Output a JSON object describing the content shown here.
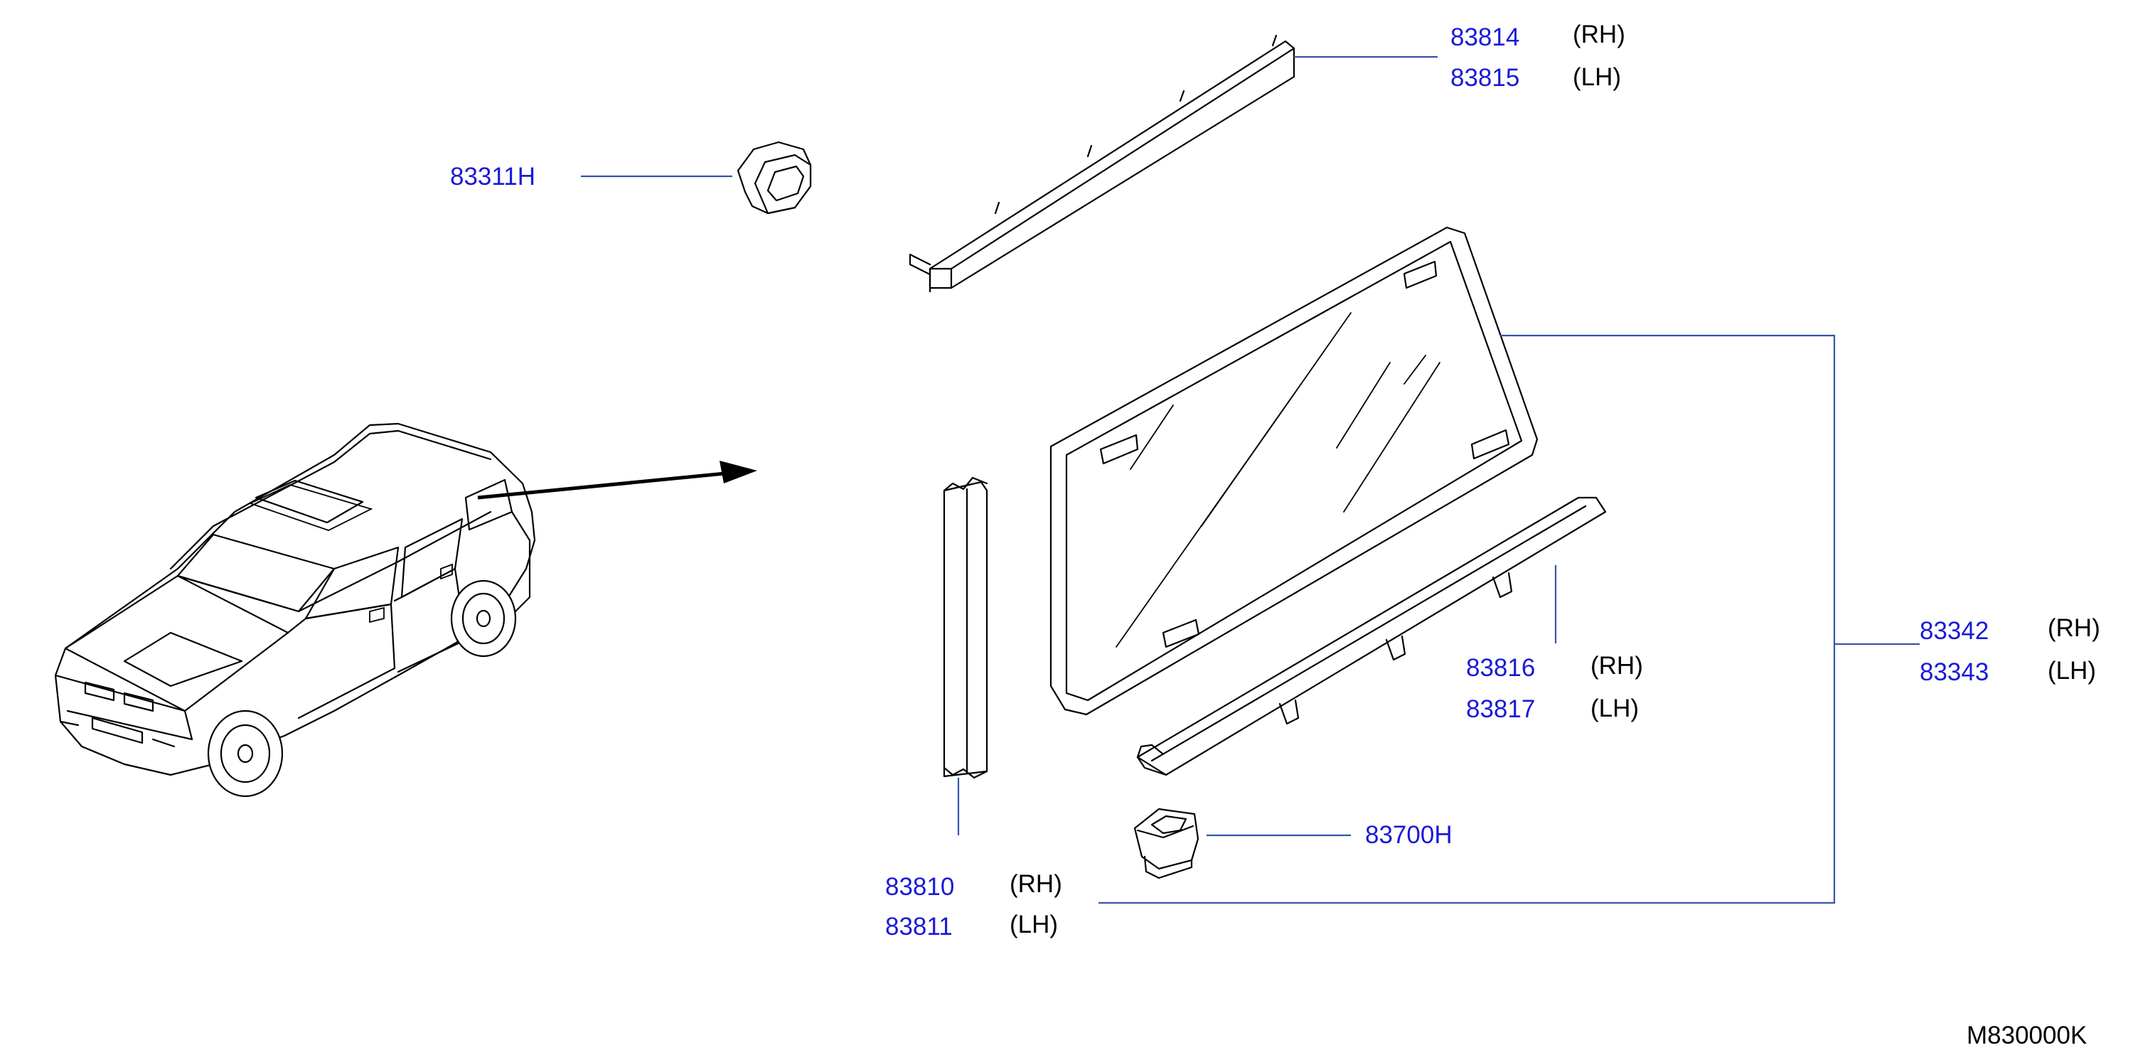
{
  "diagram": {
    "colors": {
      "part_number": "#1a1ad6",
      "leader_line": "#3355aa",
      "line_art": "#000000",
      "background": "#ffffff"
    },
    "parts": [
      {
        "id": "83814",
        "side": "(RH)"
      },
      {
        "id": "83815",
        "side": "(LH)"
      },
      {
        "id": "83311H",
        "side": ""
      },
      {
        "id": "83342",
        "side": "(RH)"
      },
      {
        "id": "83343",
        "side": "(LH)"
      },
      {
        "id": "83816",
        "side": "(RH)"
      },
      {
        "id": "83817",
        "side": "(LH)"
      },
      {
        "id": "83700H",
        "side": ""
      },
      {
        "id": "83810",
        "side": "(RH)"
      },
      {
        "id": "83811",
        "side": "(LH)"
      }
    ],
    "reference_code": "M830000K"
  }
}
